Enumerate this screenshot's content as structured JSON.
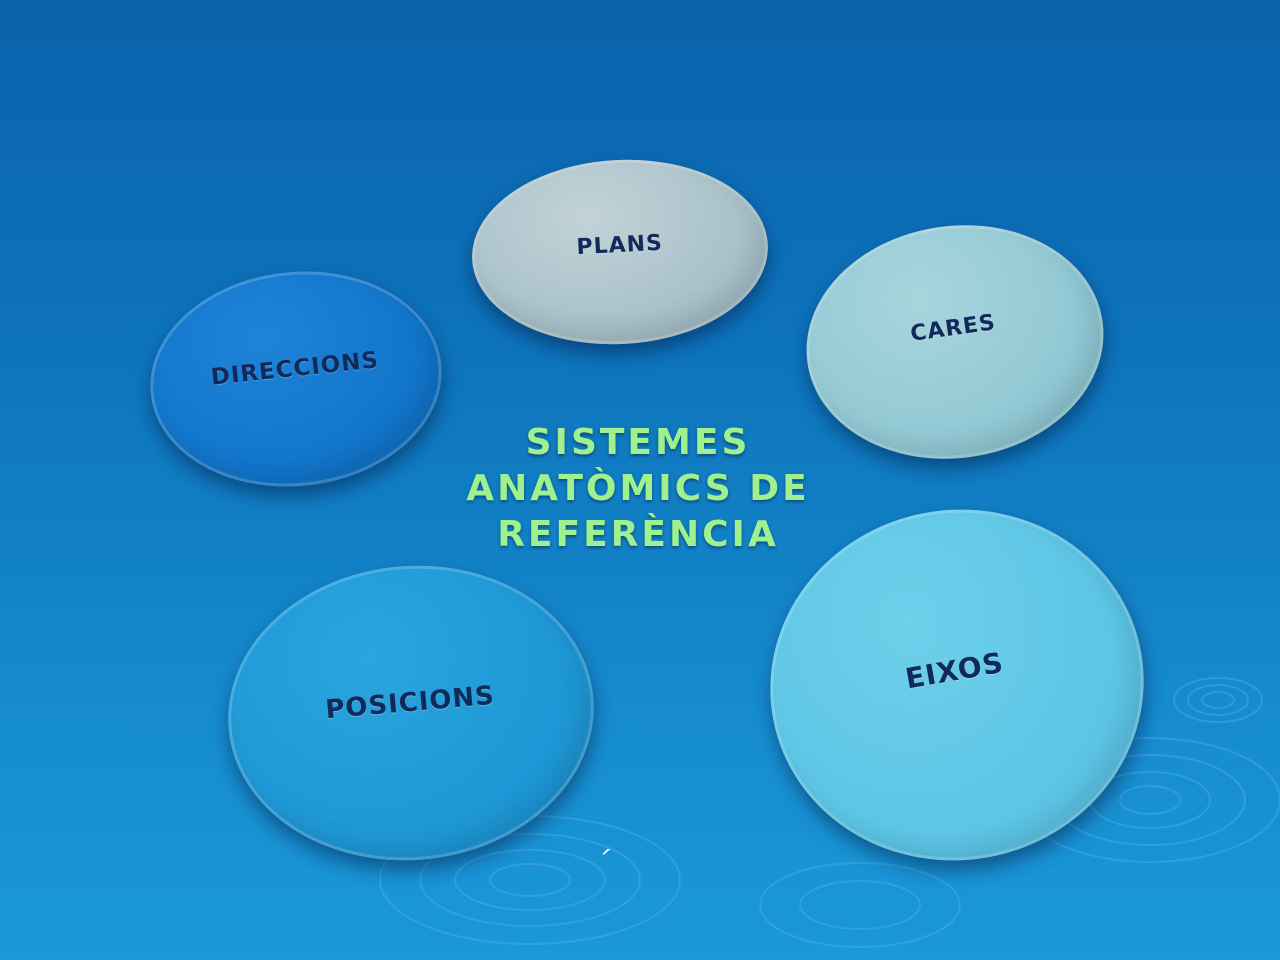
{
  "title": {
    "line1": "SISTEMES",
    "line2": "ANATÒMICS DE",
    "line3": "REFERÈNCIA"
  },
  "nodes": {
    "plans": "PLANS",
    "cares": "CARES",
    "direccions": "DIRECCIONS",
    "posicions": "POSICIONS",
    "eixos": "EIXOS"
  },
  "footer_mark": "´",
  "colors": {
    "background": "#0d73bb",
    "title_text": "#9ff08f",
    "node_text": "#112a5a"
  }
}
